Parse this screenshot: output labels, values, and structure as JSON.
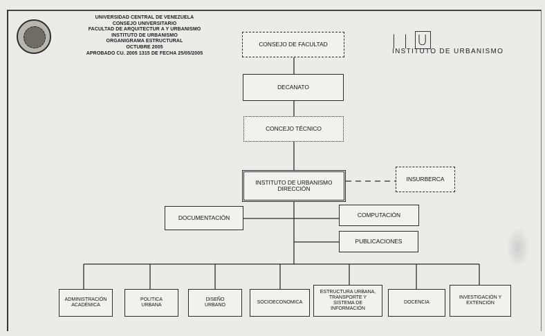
{
  "header": {
    "lines": [
      "UNIVERSIDAD CENTRAL DE VENEZUELA",
      "CONSEJO UNIVERSITARIO",
      "FACULTAD DE ARQUITECTUR A  Y URBANISMO",
      "INSTITUTO DE URBANISMO",
      "ORGANIGRAMA ESTRUCTURAL",
      "OCTUBRE 2005",
      "APROBADO CU. 2005 1315 DE FECHA 25/05/2005"
    ]
  },
  "logo": {
    "mark": "I U",
    "text": "INSTITUTO DE URBANISMO"
  },
  "nodes": {
    "consejo_facultad": "CONSEJO DE FACULTAD",
    "decanato": "DECANATO",
    "concejo_tecnico": "CONCEJO TÉCNICO",
    "direccion_line1": "INSTITUTO DE URBANISMO",
    "direccion_line2": "DIRECCIÓN",
    "insurberca": "INSURBERCA",
    "documentacion": "DOCUMENTACIÓN",
    "computacion": "COMPUTACIÓN",
    "publicaciones": "PUBLICACIONES",
    "departments": [
      {
        "line1": "ADMINISTRACIÓN",
        "line2": "ACADÉMICA"
      },
      {
        "line1": "POLITICA",
        "line2": "URBANA"
      },
      {
        "line1": "DISEÑO",
        "line2": "URBANO"
      },
      {
        "line1": "SOCIOECONOMICA",
        "line2": ""
      },
      {
        "line1": "ESTRUCTURA URBANA,",
        "line2": "TRANSPORTE Y",
        "line3": "SISTEMA DE",
        "line4": "INFORMACIÓN"
      },
      {
        "line1": "DOCENCIA",
        "line2": ""
      },
      {
        "line1": "INVESTIGACIÓN Y",
        "line2": "EXTENCIÓN"
      }
    ]
  },
  "colors": {
    "paper": "#ecebe8",
    "ink": "#2a2a2a"
  }
}
